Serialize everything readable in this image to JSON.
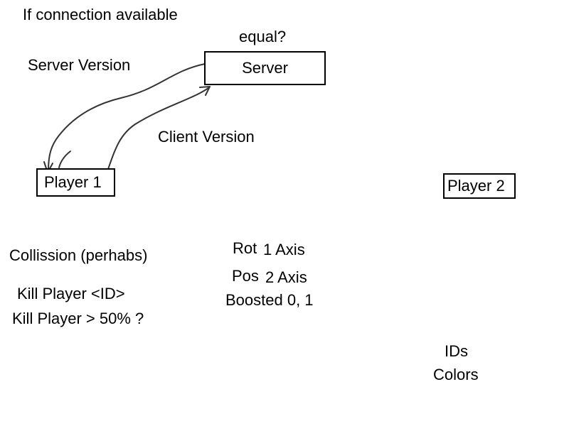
{
  "heading": "If connection available",
  "equal_label": "equal?",
  "server_version_label": "Server Version",
  "client_version_label": "Client Version",
  "nodes": {
    "server": "Server",
    "player1": "Player 1",
    "player2": "Player 2"
  },
  "left_notes": {
    "collision": "Collission (perhabs)",
    "kill_id": "Kill Player <ID>",
    "kill_percent": "Kill Player > 50% ?"
  },
  "middle_notes": {
    "rot_label": "Rot",
    "rot_value": "1 Axis",
    "pos_label": "Pos",
    "pos_value": "2 Axis",
    "boosted": "Boosted 0, 1"
  },
  "right_notes": {
    "ids": "IDs",
    "colors": "Colors"
  },
  "colors": {
    "stroke": "#333333",
    "box_border": "#000000",
    "text": "#000000"
  }
}
